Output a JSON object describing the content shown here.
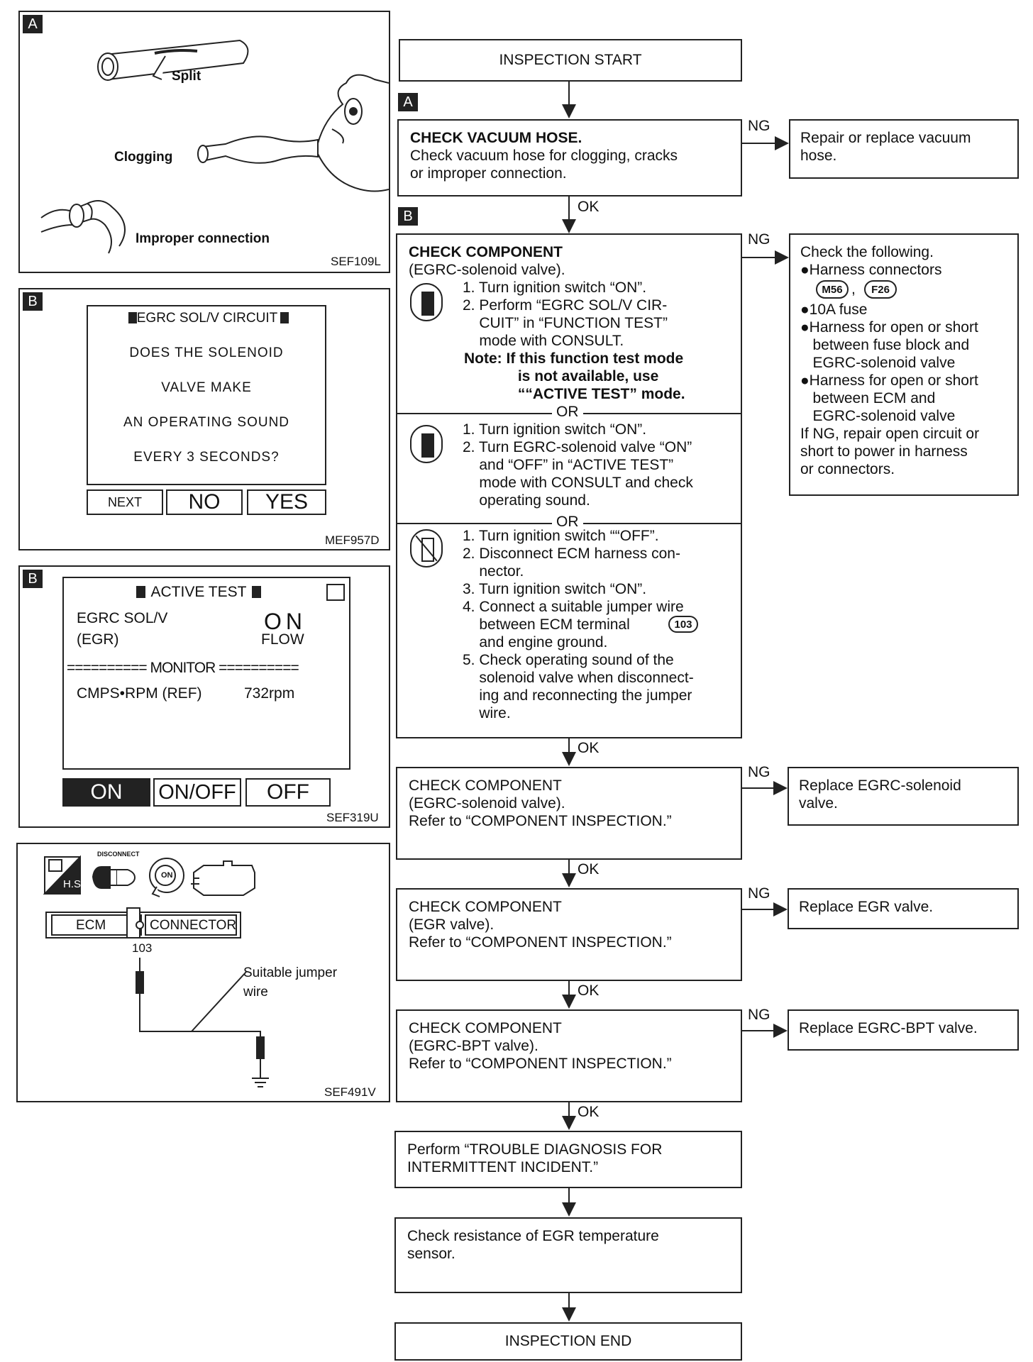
{
  "panels": {
    "a": {
      "label": "A",
      "split": "Split",
      "clogging": "Clogging",
      "improper": "Improper connection",
      "code": "SEF109L"
    },
    "b1": {
      "label": "B",
      "title": "EGRC SOL/V CIRCUIT",
      "lines": [
        "DOES THE SOLENOID",
        "VALVE MAKE",
        "AN OPERATING SOUND",
        "EVERY 3 SECONDS?"
      ],
      "btn_next": "NEXT",
      "btn_no": "NO",
      "btn_yes": "YES",
      "code": "MEF957D"
    },
    "b2": {
      "label": "B",
      "title": "ACTIVE TEST",
      "item1": "EGRC SOL/V",
      "item1b": "(EGR)",
      "state": "ON",
      "state2": "FLOW",
      "monitor": "========== MONITOR ==========",
      "param": "CMPS•RPM (REF)",
      "param_val": "732rpm",
      "btn_on": "ON",
      "btn_onoff": "ON/OFF",
      "btn_off": "OFF",
      "code": "SEF319U"
    },
    "c": {
      "hs": "H.S.",
      "disconnect": "DISCONNECT",
      "on": "ON",
      "ecm": "ECM",
      "connector": "CONNECTOR",
      "terminal": "103",
      "jumper": "Suitable jumper\nwire",
      "code": "SEF491V"
    }
  },
  "flow": {
    "start": "INSPECTION START",
    "step_a_label": "A",
    "step_a_title": "CHECK VACUUM HOSE.",
    "step_a_body": "Check vacuum hose for clogging, cracks\nor improper connection.",
    "step_a_ng": "Repair or replace vacuum\nhose.",
    "step_b_label": "B",
    "step_b_title": "CHECK COMPONENT",
    "step_b_sub": "(EGRC-solenoid valve).",
    "step_b_m1": "1. Turn ignition switch “ON”.\n2. Perform “EGRC SOL/V CIR-\n    CUIT” in “FUNCTION TEST”\n    mode with CONSULT.",
    "step_b_note": "Note: If this function test mode\n             is not available, use\n             ““ACTIVE TEST” mode.",
    "or": "OR",
    "step_b_m2": "1. Turn ignition switch “ON”.\n2. Turn EGRC-solenoid valve “ON”\n    and “OFF” in “ACTIVE TEST”\n    mode with CONSULT and check\n    operating sound.",
    "step_b_m3a": "1. Turn ignition switch ““OFF”.\n2. Disconnect ECM harness con-\n    nector.\n3. Turn ignition switch “ON”.\n4. Connect a suitable jumper wire\n    between ECM terminal",
    "step_b_m3_term": "103",
    "step_b_m3b": "    and engine ground.\n5. Check operating sound of the\n    solenoid valve when disconnect-\n    ing and reconnecting the jumper\n    wire.",
    "step_b_ng_intro": "Check the following.",
    "step_b_ng_1": "●Harness connectors",
    "step_b_ng_c1": "M56",
    "step_b_ng_c2": "F26",
    "step_b_ng_rest": "●10A fuse\n●Harness for open or short\n   between fuse block and\n   EGRC-solenoid valve\n●Harness for open or short\n   between ECM and\n   EGRC-solenoid valve\nIf NG, repair open circuit or\nshort to power in harness\nor connectors.",
    "step_c": "CHECK COMPONENT\n(EGRC-solenoid valve).\nRefer to “COMPONENT INSPECTION.”",
    "step_c_ng": "Replace EGRC-solenoid\nvalve.",
    "step_d": "CHECK COMPONENT\n(EGR valve).\nRefer to “COMPONENT INSPECTION.”",
    "step_d_ng": "Replace EGR valve.",
    "step_e": "CHECK COMPONENT\n(EGRC-BPT valve).\nRefer to “COMPONENT INSPECTION.”",
    "step_e_ng": "Replace EGRC-BPT valve.",
    "step_f": "Perform “TROUBLE DIAGNOSIS FOR\nINTERMITTENT INCIDENT.”",
    "step_g": "Check resistance of EGR temperature\nsensor.",
    "end": "INSPECTION END",
    "ng": "NG",
    "ok": "OK"
  }
}
